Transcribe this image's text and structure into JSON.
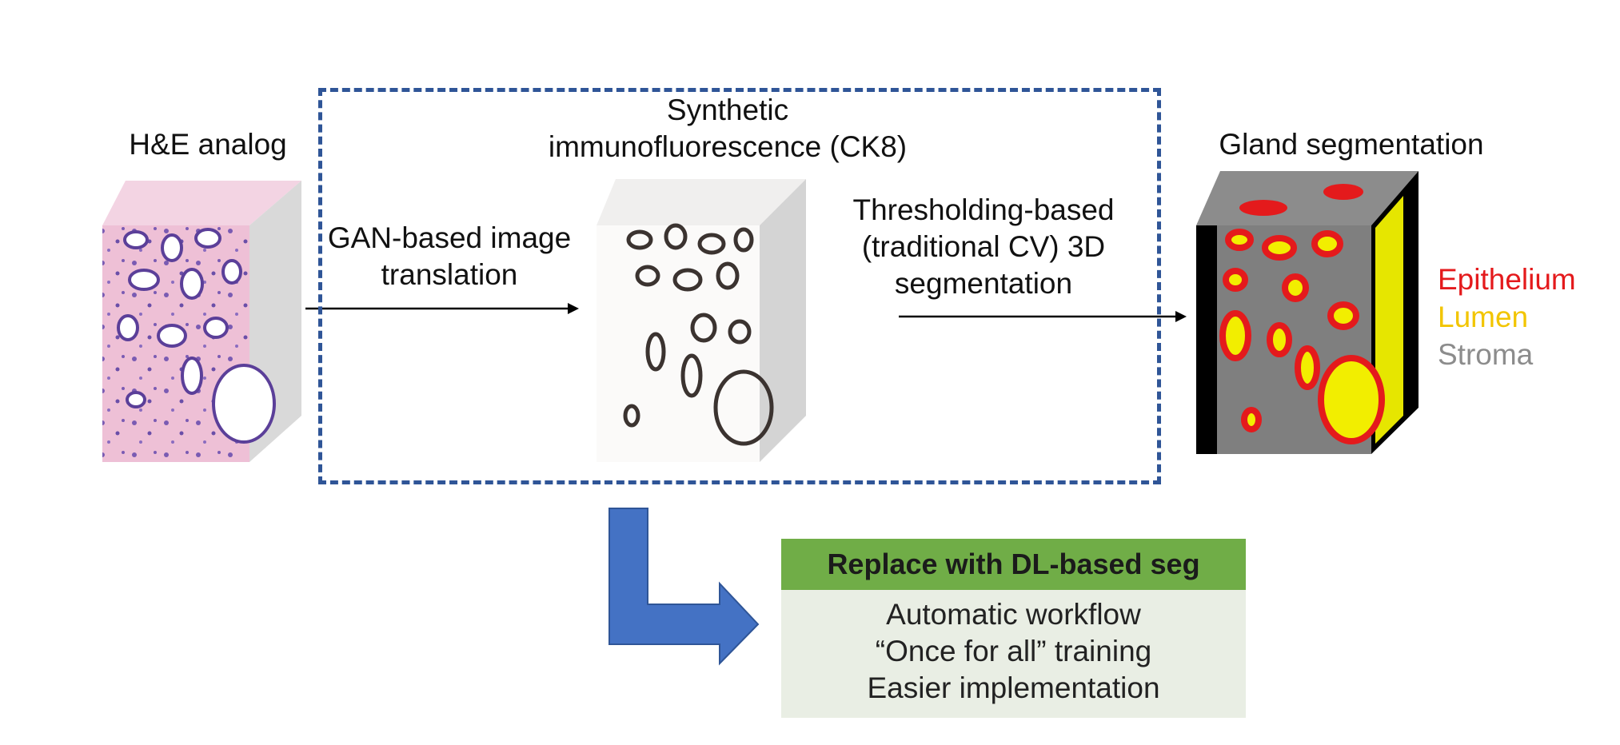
{
  "labels": {
    "he_analog": "H&E analog",
    "synthetic_line1": "Synthetic",
    "synthetic_line2": "immunofluorescence (CK8)",
    "gland_seg": "Gland segmentation",
    "gan_line1": "GAN-based image",
    "gan_line2": "translation",
    "thresh_line1": "Thresholding-based",
    "thresh_line2": "(traditional CV) 3D",
    "thresh_line3": "segmentation"
  },
  "legend": {
    "epithelium": "Epithelium",
    "lumen": "Lumen",
    "stroma": "Stroma"
  },
  "panel": {
    "title": "Replace with DL-based seg",
    "items": [
      "Automatic workflow",
      "“Once for all” training",
      "Easier implementation"
    ]
  },
  "colors": {
    "dashed_box": "#2f5597",
    "bent_arrow": "#4472c4",
    "panel_header": "#70ad47",
    "panel_body": "#e9eee4",
    "epithelium": "#e41a1c",
    "lumen": "#f2d300",
    "stroma": "#8c8c8c",
    "he_pink": "#e8a9c8",
    "he_purple": "#6a4ea8"
  }
}
